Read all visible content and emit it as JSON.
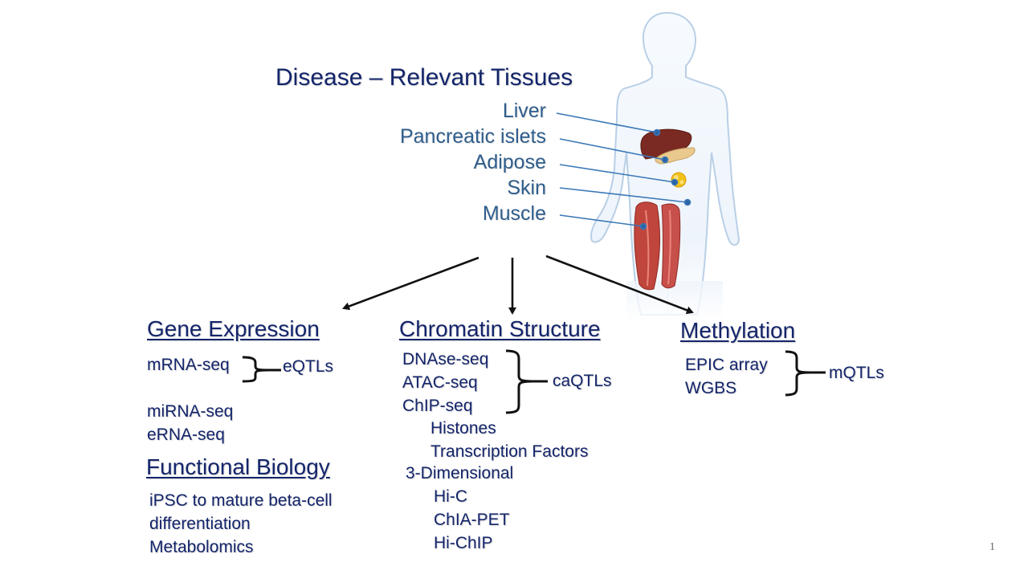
{
  "title": "Disease – Relevant Tissues",
  "tissues": [
    "Liver",
    "Pancreatic islets",
    "Adipose",
    "Skin",
    "Muscle"
  ],
  "gene_expression": {
    "heading": "Gene Expression",
    "items": [
      "mRNA-seq",
      "miRNA-seq",
      "eRNA-seq"
    ],
    "qtl": "eQTLs"
  },
  "chromatin": {
    "heading": "Chromatin Structure",
    "items": [
      "DNAse-seq",
      "ATAC-seq",
      "ChIP-seq"
    ],
    "chip_sub": [
      "Histones",
      "Transcription Factors"
    ],
    "three_d": "3-Dimensional",
    "three_d_sub": [
      "Hi-C",
      "ChIA-PET",
      "Hi-ChIP"
    ],
    "qtl": "caQTLs"
  },
  "methylation": {
    "heading": "Methylation",
    "items": [
      "EPIC array",
      "WGBS"
    ],
    "qtl": "mQTLs"
  },
  "functional": {
    "heading": "Functional Biology",
    "items": [
      "iPSC to mature beta-cell",
      "differentiation",
      "Metabolomics"
    ]
  },
  "page_number": "1",
  "colors": {
    "navy_text": "#14256b",
    "tissue_text": "#2f5d8c",
    "leader_line": "#3a78b8",
    "liver": "#7a2a22",
    "pancreas": "#e9c98d",
    "adipose": "#f3c21a",
    "muscle": "#c0453d",
    "body_outline": "#b9cfe6"
  }
}
